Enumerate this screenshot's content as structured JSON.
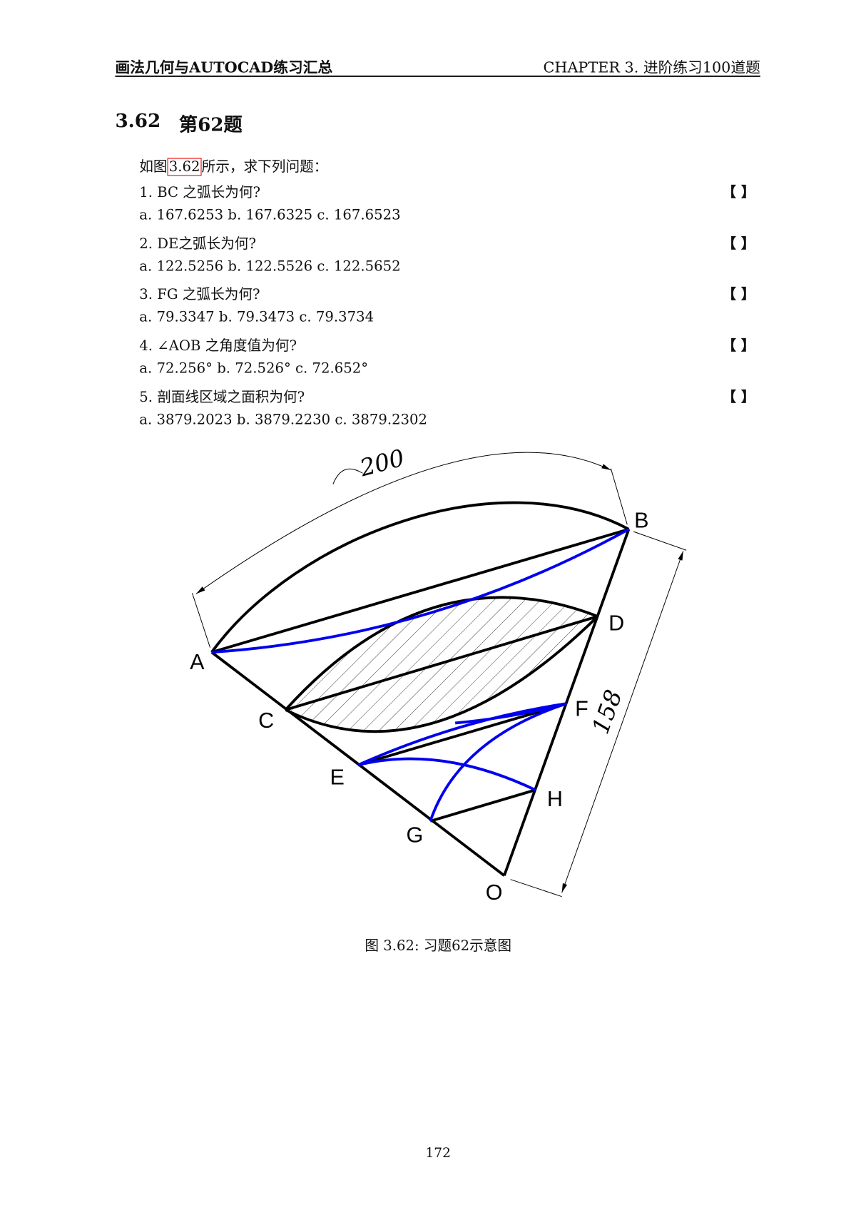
{
  "header": {
    "left": "画法几何与AUTOCAD练习汇总",
    "right": "CHAPTER 3.  进阶练习100道题"
  },
  "section": {
    "number": "3.62",
    "title": "第62题"
  },
  "intro": {
    "before": "如图",
    "ref": "3.62",
    "after": "所示，求下列问题："
  },
  "questions": [
    {
      "q": "1. BC 之弧长为何?",
      "a": "a. 167.6253 b. 167.6325 c. 167.6523",
      "bracket": "【  】"
    },
    {
      "q": "2. DE之弧长为何?",
      "a": "a. 122.5256 b. 122.5526 c. 122.5652",
      "bracket": "【  】"
    },
    {
      "q": "3. FG 之弧长为何?",
      "a": "a. 79.3347 b. 79.3473 c. 79.3734",
      "bracket": "【  】"
    },
    {
      "q": "4. ∠AOB 之角度值为何?",
      "a": "a. 72.256° b. 72.526° c. 72.652°",
      "bracket": "【  】"
    },
    {
      "q": "5. 剖面线区域之面积为何?",
      "a": "a. 3879.2023 b. 3879.2230 c. 3879.2302",
      "bracket": "【  】"
    }
  ],
  "figure": {
    "dim_arc": "200",
    "dim_linear": "158",
    "points": [
      "A",
      "B",
      "C",
      "D",
      "E",
      "F",
      "G",
      "H",
      "O"
    ],
    "caption": "图 3.62: 习题62示意图"
  },
  "colors": {
    "blue": "#0000ee",
    "ref_box": "#ee0000"
  },
  "page_number": "172"
}
